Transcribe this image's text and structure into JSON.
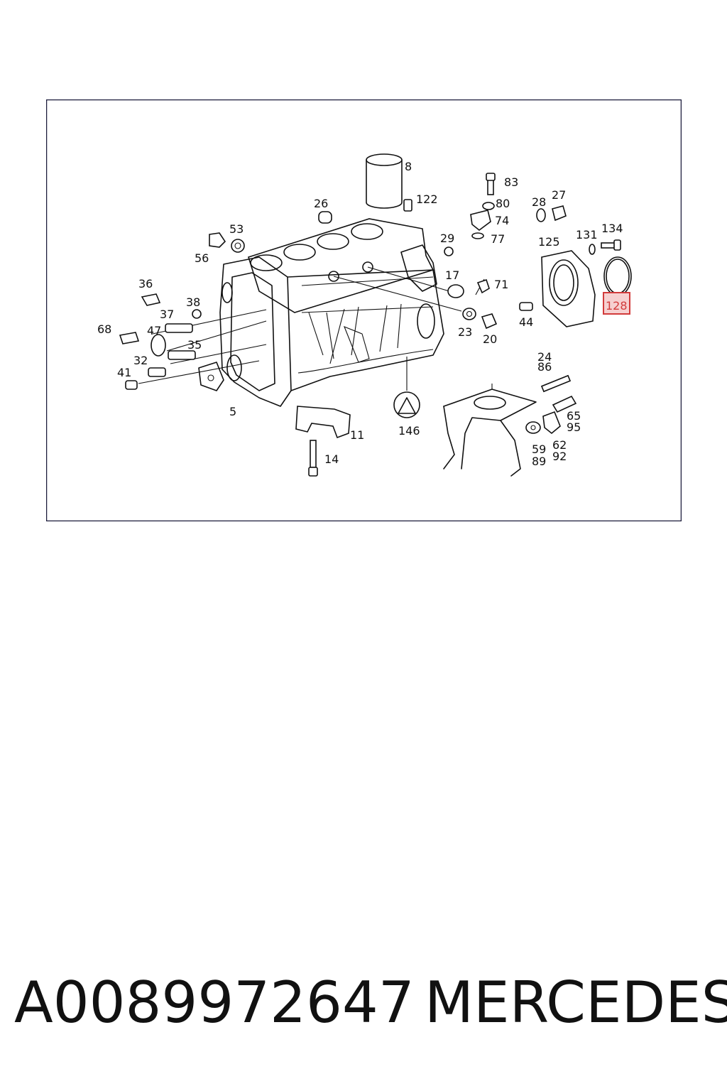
{
  "diagram": {
    "labels": {
      "l8": "8",
      "l122": "122",
      "l83": "83",
      "l80": "80",
      "l74": "74",
      "l77": "77",
      "l28": "28",
      "l27": "27",
      "l26": "26",
      "l53": "53",
      "l56": "56",
      "l29": "29",
      "l125": "125",
      "l131": "131",
      "l134": "134",
      "l17": "17",
      "l71": "71",
      "l36": "36",
      "l38": "38",
      "l37": "37",
      "l68": "68",
      "l47": "47",
      "l35": "35",
      "l32": "32",
      "l41": "41",
      "l23": "23",
      "l20": "20",
      "l44": "44",
      "l128": "128",
      "l5": "5",
      "l24": "24",
      "l86": "86",
      "l11": "11",
      "l146": "146",
      "l65": "65",
      "l95": "95",
      "l62": "62",
      "l92": "92",
      "l59": "59",
      "l89": "89",
      "l14": "14"
    },
    "highlight_color": "#d23b3b"
  },
  "footer": {
    "part_number": "A0089972647",
    "brand": "MERCEDES"
  }
}
